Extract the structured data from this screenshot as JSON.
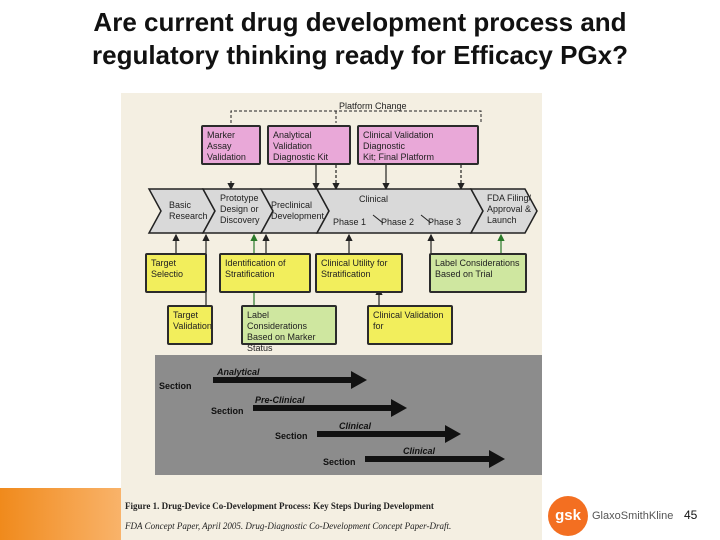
{
  "slide": {
    "title_line1": "Are current drug development process and",
    "title_line2": "regulatory thinking ready for Efficacy PGx?",
    "page_number": "45",
    "logo_text": "gsk",
    "company_name": "GlaxoSmithKline"
  },
  "figure": {
    "platform_change": "Platform Change",
    "top_boxes": [
      {
        "line1": "Marker Assay",
        "line2": "Validation"
      },
      {
        "line1": "Analytical Validation",
        "line2": "Diagnostic Kit"
      },
      {
        "line1": "Clinical Validation Diagnostic",
        "line2": "Kit; Final Platform"
      }
    ],
    "stages": {
      "basic1": "Basic",
      "basic2": "Research",
      "proto1": "Prototype",
      "proto2": "Design or",
      "proto3": "Discovery",
      "precl1": "Preclinical",
      "precl2": "Development",
      "clinical": "Clinical",
      "phase1": "Phase 1",
      "phase2": "Phase 2",
      "phase3": "Phase 3",
      "fda1": "FDA Filing/",
      "fda2": "Approval &",
      "fda3": "Launch"
    },
    "mid_boxes": [
      {
        "line1": "Target",
        "line2": "Selectio"
      },
      {
        "line1": "Identification of",
        "line2": "Stratification"
      },
      {
        "line1": "Clinical Utility for",
        "line2": "Stratification"
      },
      {
        "line1": "Label Considerations",
        "line2": "Based on Trial"
      }
    ],
    "low_boxes": [
      {
        "line1": "Target",
        "line2": "Validation"
      },
      {
        "line1": "Label Considerations",
        "line2": "Based on Marker Status"
      },
      {
        "line1": "Clinical Validation",
        "line2": "for"
      }
    ],
    "lanes": [
      {
        "label": "Analytical",
        "section": "Section"
      },
      {
        "label": "Pre-Clinical",
        "section": "Section"
      },
      {
        "label": "Clinical",
        "section": "Section"
      },
      {
        "label": "Clinical",
        "section": "Section"
      }
    ],
    "caption1": "Figure 1. Drug-Device Co-Development Process: Key Steps During Development",
    "caption2": "FDA Concept Paper, April 2005. Drug-Diagnostic Co-Development Concept Paper-Draft."
  },
  "colors": {
    "pink_box": "#e9a8d8",
    "yellow_box": "#f2ee5c",
    "green_box": "#cfe7a0",
    "band_gray": "#8c8c8c",
    "accent_orange": "#f36f21"
  }
}
